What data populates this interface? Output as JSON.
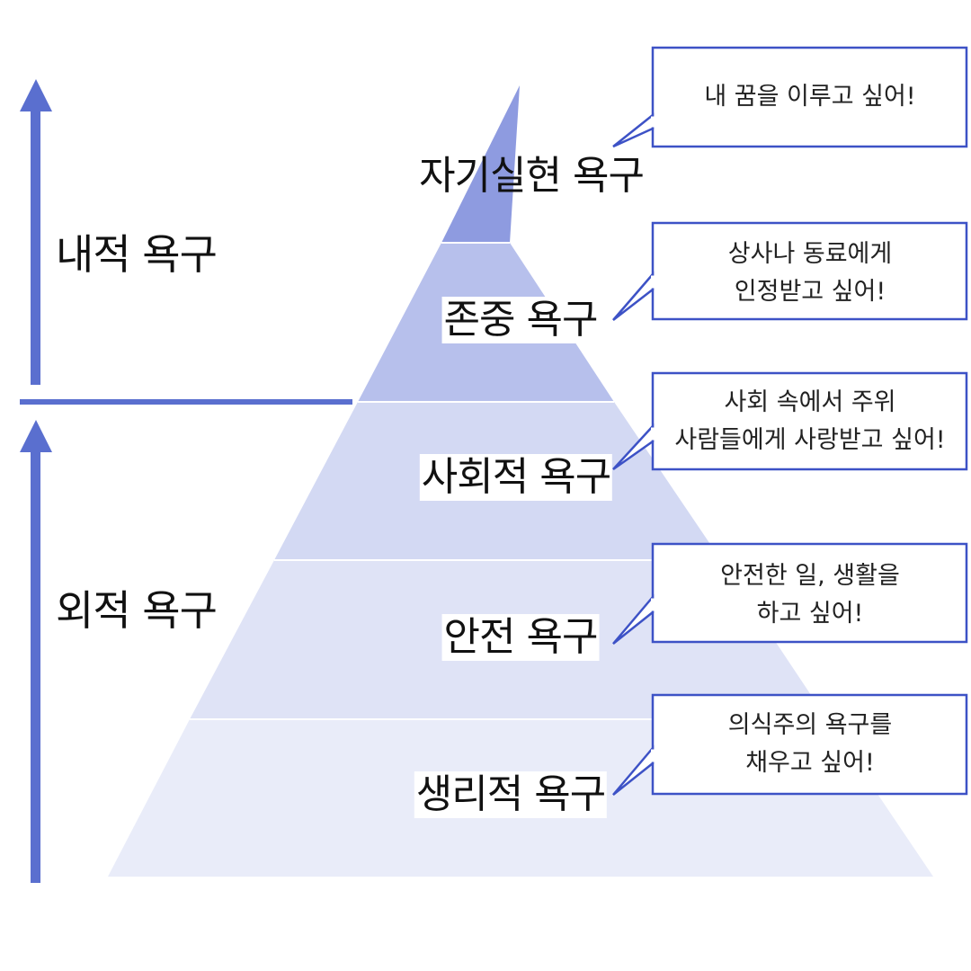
{
  "colors": {
    "arrow": "#5a6fcf",
    "bubble_border": "#3d52c6",
    "tier_top": "#8e9be0",
    "tier_2": "#b7c0ec",
    "tier_3": "#d3d9f3",
    "tier_4": "#dfe3f6",
    "tier_5": "#e9ecf9",
    "divider": "#ffffff"
  },
  "side_labels": {
    "inner": "내적 욕구",
    "outer": "외적 욕구"
  },
  "levels": [
    {
      "label": "자기실현 욕구"
    },
    {
      "label": "존중 욕구"
    },
    {
      "label": "사회적 욕구"
    },
    {
      "label": "안전 욕구"
    },
    {
      "label": "생리적 욕구"
    }
  ],
  "bubbles": [
    {
      "lines": [
        "내 꿈을 이루고 싶어!"
      ]
    },
    {
      "lines": [
        "상사나 동료에게",
        "인정받고 싶어!"
      ]
    },
    {
      "lines": [
        "사회 속에서 주위",
        "사람들에게 사랑받고 싶어!"
      ]
    },
    {
      "lines": [
        "안전한 일, 생활을",
        "하고 싶어!"
      ]
    },
    {
      "lines": [
        "의식주의 욕구를",
        "채우고 싶어!"
      ]
    }
  ]
}
